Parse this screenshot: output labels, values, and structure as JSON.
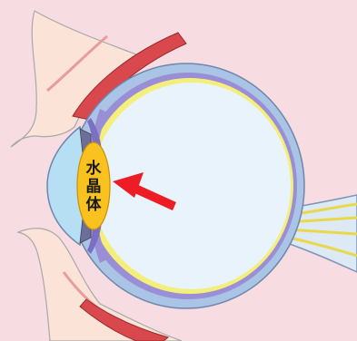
{
  "diagram": {
    "lens_label": [
      "水",
      "晶",
      "体"
    ],
    "colors": {
      "background": "#f7dde2",
      "skin": "#fbe3d8",
      "eyelid_muscle": "#d8484c",
      "sclera_outer": "#a9c4e5",
      "choroid": "#9a8fd6",
      "retina": "#f4ee7a",
      "vitreous": "#e8f3fb",
      "cornea": "#b7dff3",
      "lens": "#f9c21e",
      "arrow": "#ee1c25",
      "optic_nerve": "#f4ee7a"
    }
  }
}
